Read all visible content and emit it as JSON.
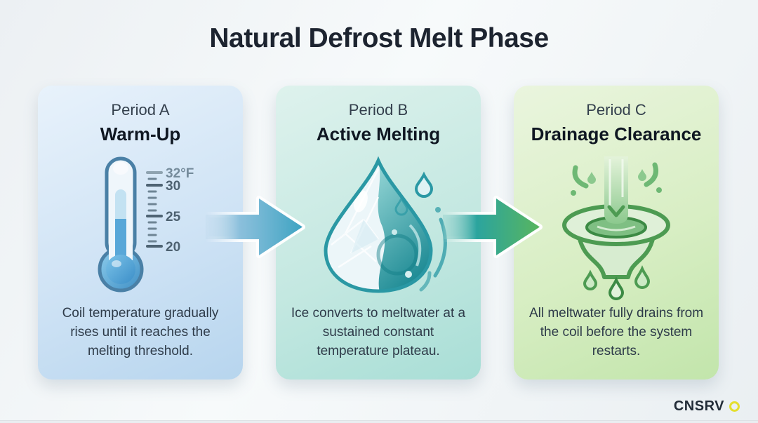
{
  "title": "Natural Defrost Melt Phase",
  "cards": [
    {
      "period": "Period A",
      "title": "Warm-Up",
      "description": "Coil temperature gradually rises until it reaches the melting threshold.",
      "icon": "thermometer-icon",
      "thermometer_scale": [
        "32°F",
        "30",
        "25",
        "20"
      ]
    },
    {
      "period": "Period B",
      "title": "Active Melting",
      "description": "Ice converts to meltwater at a sustained constant temperature plateau.",
      "icon": "melting-droplet-icon"
    },
    {
      "period": "Period C",
      "title": "Drainage Clearance",
      "description": "All meltwater fully drains from the coil before the system restarts.",
      "icon": "drain-funnel-icon"
    }
  ],
  "footer": {
    "brand": "CNSRV"
  },
  "colors": {
    "card_a_top": "#e8f2fb",
    "card_a_bottom": "#b7d5ee",
    "card_b_top": "#def2ed",
    "card_b_bottom": "#a8ded6",
    "card_c_top": "#eaf5de",
    "card_c_bottom": "#c2e5ab",
    "arrow_1_start": "#aecfe6",
    "arrow_1_end": "#3da3c2",
    "arrow_2_start": "#2ba49e",
    "arrow_2_end": "#58b55f",
    "logo_ring": "#e4df2e",
    "title_text": "#1d2430"
  }
}
